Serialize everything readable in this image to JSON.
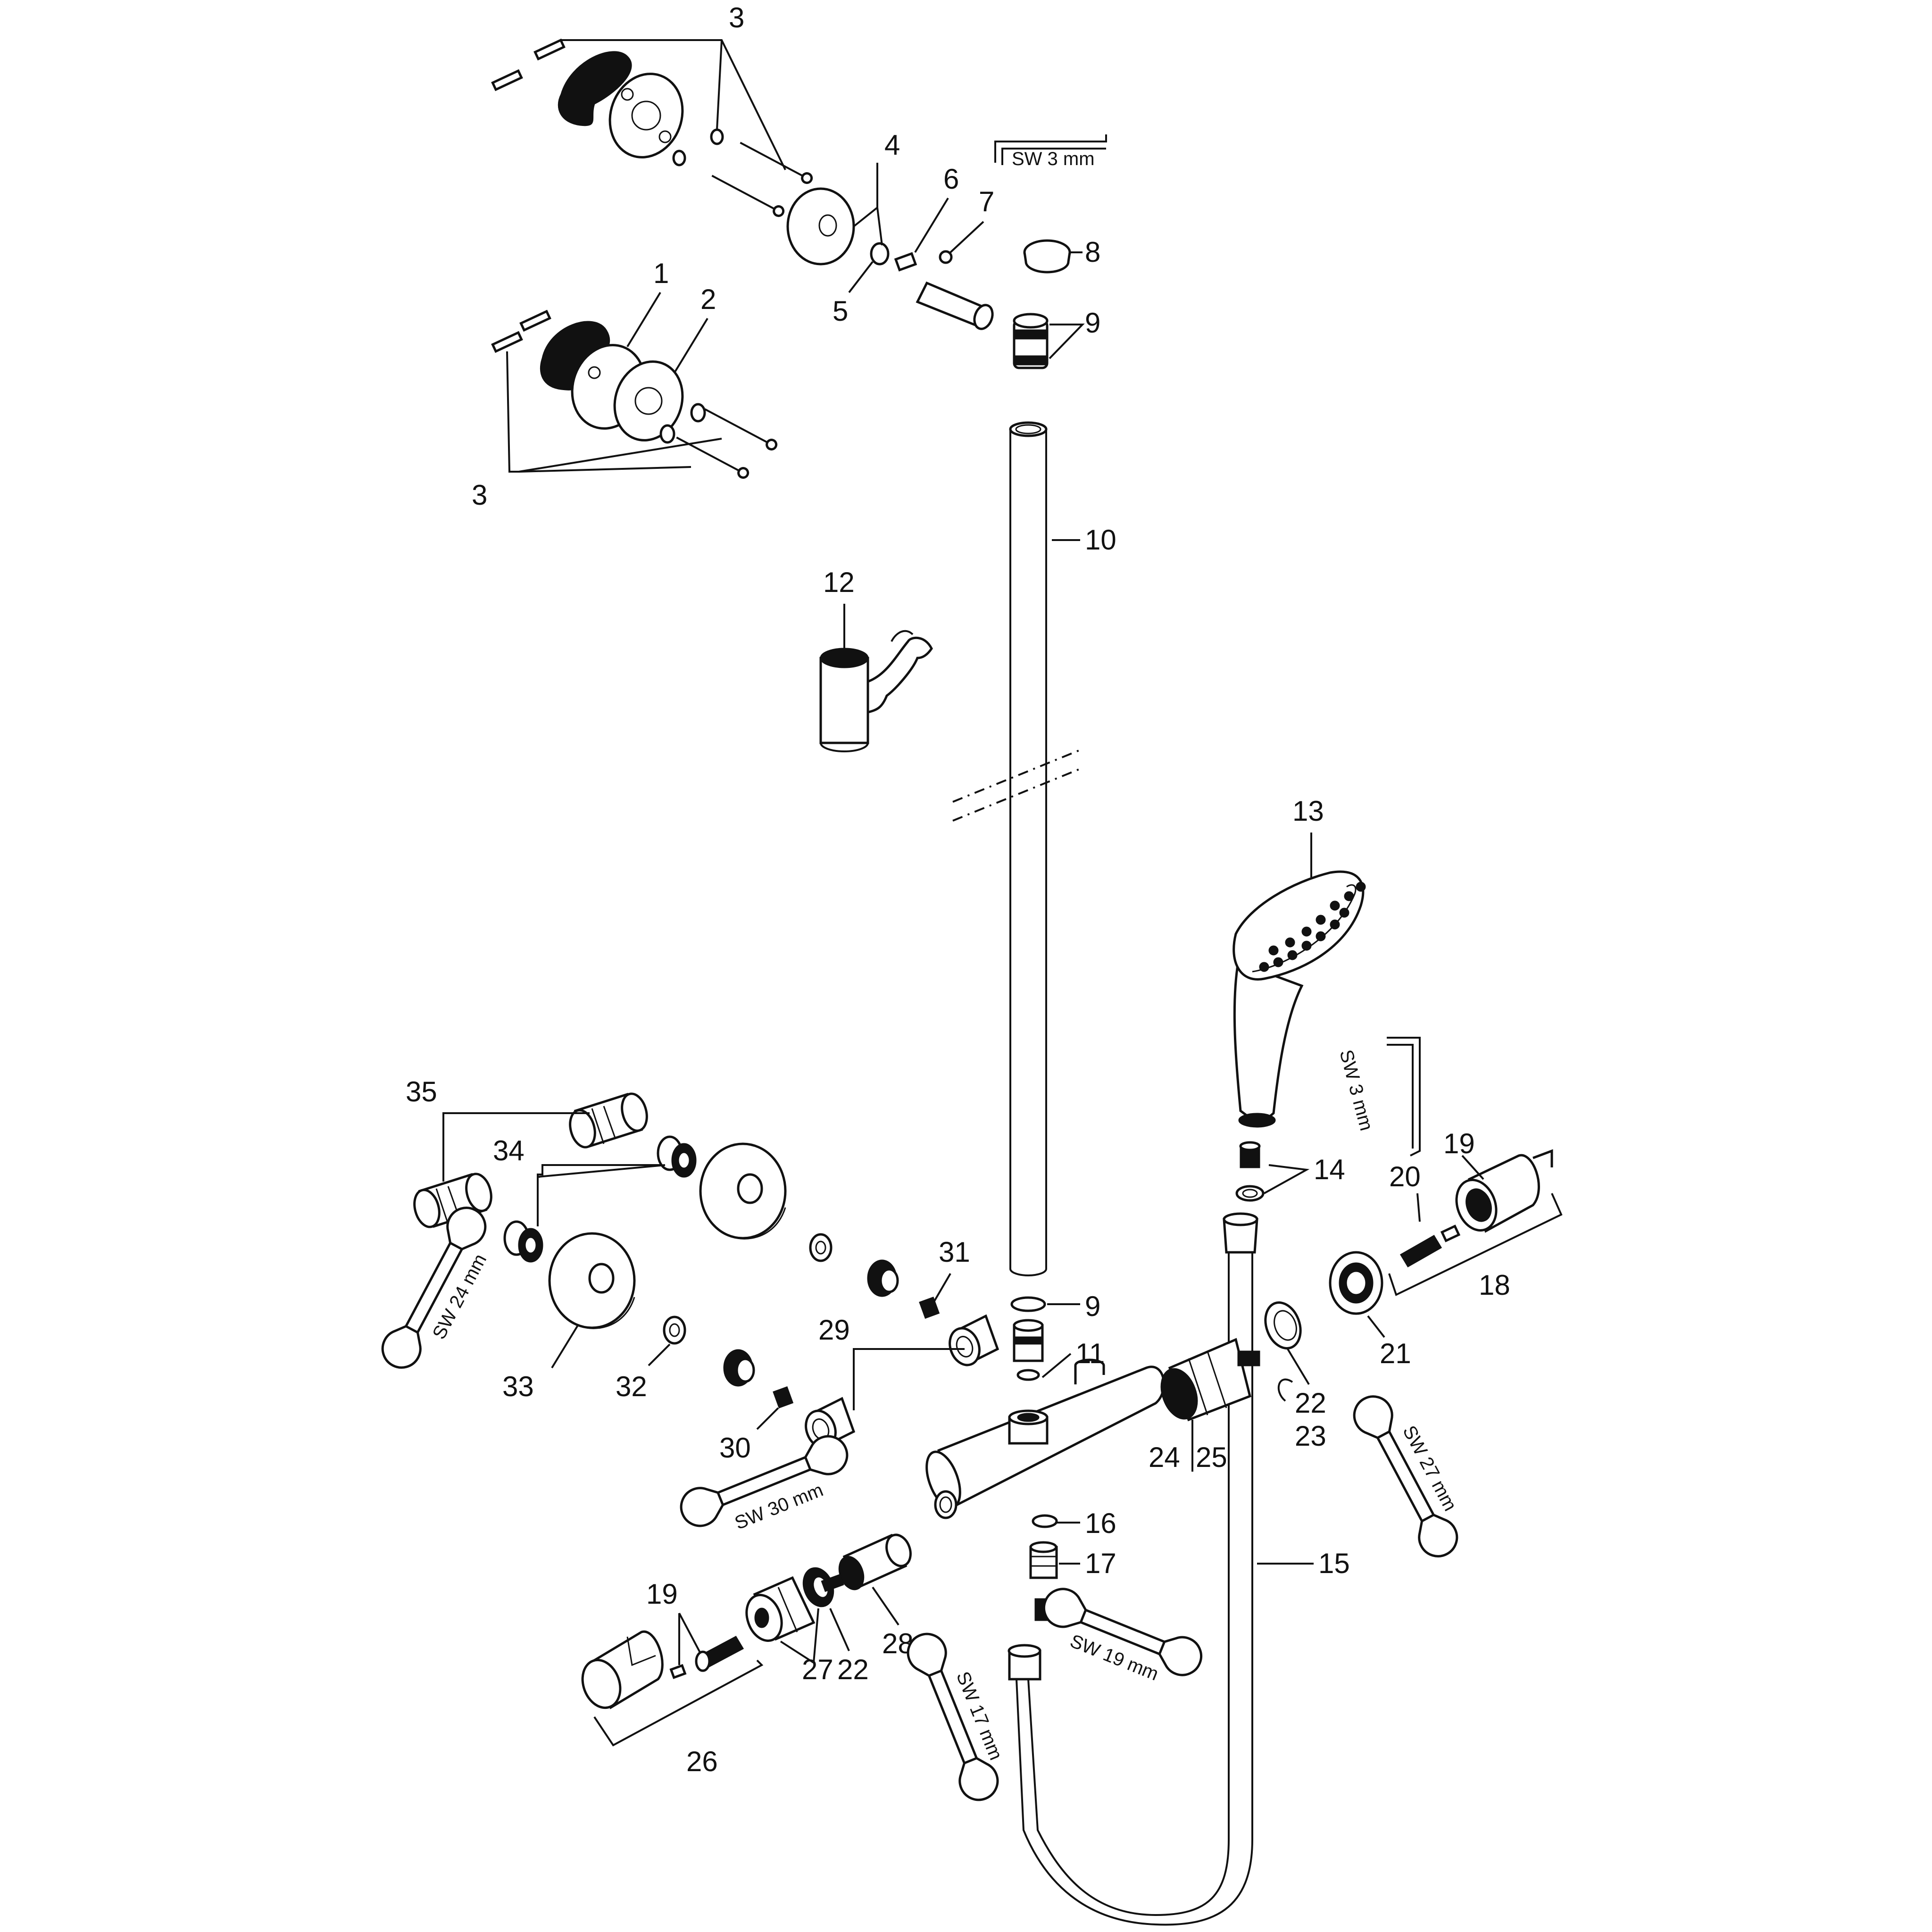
{
  "parts": {
    "p1": "1",
    "p2": "2",
    "p3a": "3",
    "p3b": "3",
    "p4": "4",
    "p5": "5",
    "p6": "6",
    "p7": "7",
    "p8": "8",
    "p9a": "9",
    "p9b": "9",
    "p10": "10",
    "p11": "11",
    "p12": "12",
    "p13": "13",
    "p14": "14",
    "p15": "15",
    "p16": "16",
    "p17": "17",
    "p18": "18",
    "p19a": "19",
    "p19b": "19",
    "p20": "20",
    "p21": "21",
    "p22a": "22",
    "p22b": "22",
    "p23": "23",
    "p24": "24",
    "p25": "25",
    "p26": "26",
    "p27": "27",
    "p28": "28",
    "p29": "29",
    "p30": "30",
    "p31": "31",
    "p32": "32",
    "p33": "33",
    "p34": "34",
    "p35": "35"
  },
  "tools": {
    "hex_key_top": "SW 3 mm",
    "hex_key_right": "SW 3 mm",
    "wrench_24": "SW 24 mm",
    "wrench_30": "SW 30 mm",
    "wrench_27": "SW 27 mm",
    "wrench_19": "SW 19 mm",
    "wrench_17": "SW 17 mm"
  }
}
